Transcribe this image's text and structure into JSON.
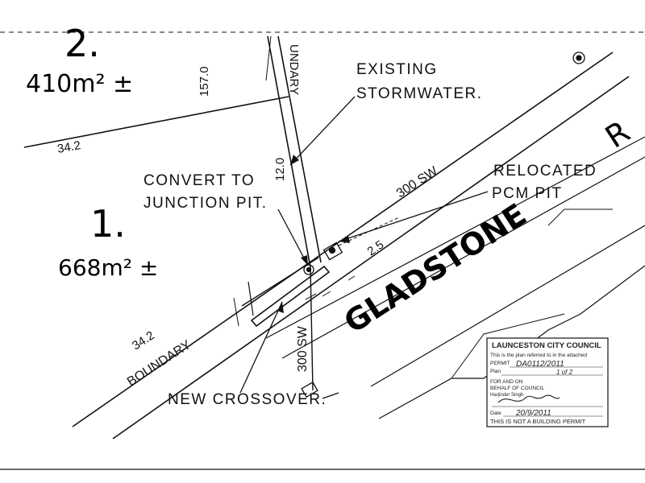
{
  "lots": {
    "lot2": {
      "number": "2.",
      "area": "410m² ±"
    },
    "lot1": {
      "number": "1.",
      "area": "668m² ±"
    }
  },
  "dimensions": {
    "d_157": "157.0",
    "d_342_top": "34.2",
    "d_342_bottom": "34.2",
    "d_120": "12.0",
    "d_25": "2.5"
  },
  "labels": {
    "existing_stormwater_l1": "EXISTING",
    "existing_stormwater_l2": "STORMWATER.",
    "convert_l1": "CONVERT TO",
    "convert_l2": "JUNCTION PIT.",
    "relocated_l1": "RELOCATED",
    "relocated_l2": "PCM PIT",
    "sw_300_a": "300 SW",
    "sw_300_b": "300 SW",
    "new_crossover": "NEW CROSSOVER.",
    "boundary_top": "UNDARY",
    "boundary_bottom": "BOUNDARY",
    "street": "GLADSTONE",
    "street_cut": "R"
  },
  "stamp": {
    "council": "LAUNCESTON CITY COUNCIL",
    "line1": "This is the plan referred to in the attached",
    "permit_label": "PERMIT",
    "permit_value": "DA0112/2011",
    "plan_label": "Plan",
    "plan_value": "1 of 2",
    "for_and_on": "FOR AND ON",
    "behalf": "BEHALF OF COUNCIL",
    "officer": "Harjinder Singh",
    "date_label": "Date",
    "date_value": "20/9/2011",
    "footer": "THIS IS NOT A BUILDING PERMIT"
  }
}
